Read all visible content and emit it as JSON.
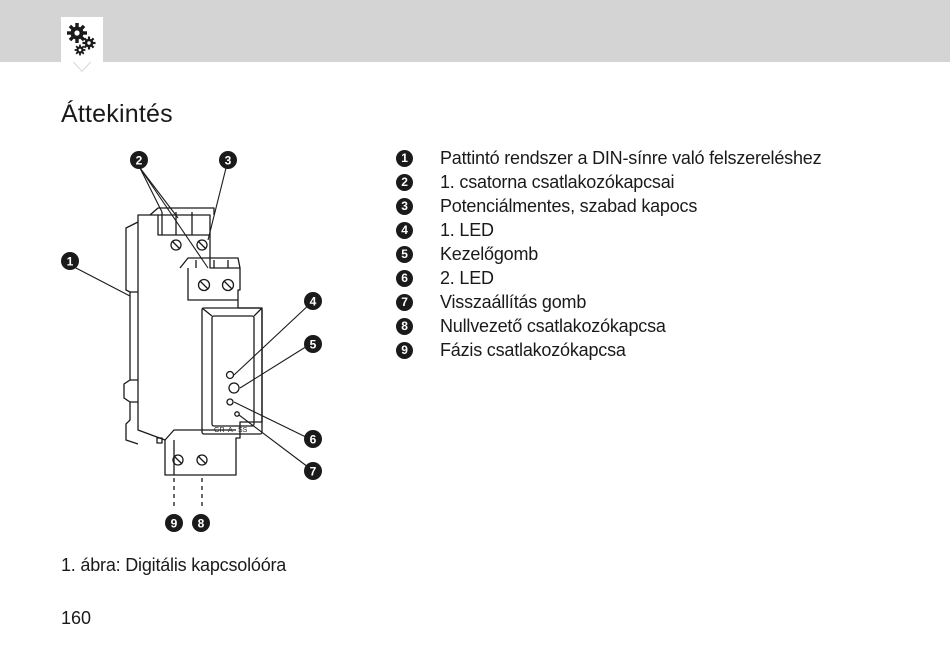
{
  "header": {
    "icon": "gears-icon",
    "band_color": "#d4d4d4"
  },
  "page": {
    "title": "Áttekintés",
    "caption": "1. ábra: Digitális kapcsolóóra",
    "number": "160"
  },
  "figure": {
    "callouts": [
      "1",
      "2",
      "3",
      "4",
      "5",
      "6",
      "7",
      "8",
      "9"
    ],
    "device_markings": [
      "GR",
      "A",
      "SS"
    ]
  },
  "legend": [
    {
      "num": "1",
      "text": "Pattintó rendszer a DIN-sínre való felszereléshez"
    },
    {
      "num": "2",
      "text": "1. csatorna csatlakozókapcsai"
    },
    {
      "num": "3",
      "text": "Potenciálmentes, szabad kapocs"
    },
    {
      "num": "4",
      "text": "1. LED"
    },
    {
      "num": "5",
      "text": "Kezelőgomb"
    },
    {
      "num": "6",
      "text": "2. LED"
    },
    {
      "num": "7",
      "text": "Visszaállítás gomb"
    },
    {
      "num": "8",
      "text": "Nullvezető csatlakozókapcsa"
    },
    {
      "num": "9",
      "text": "Fázis csatlakozókapcsa"
    }
  ]
}
